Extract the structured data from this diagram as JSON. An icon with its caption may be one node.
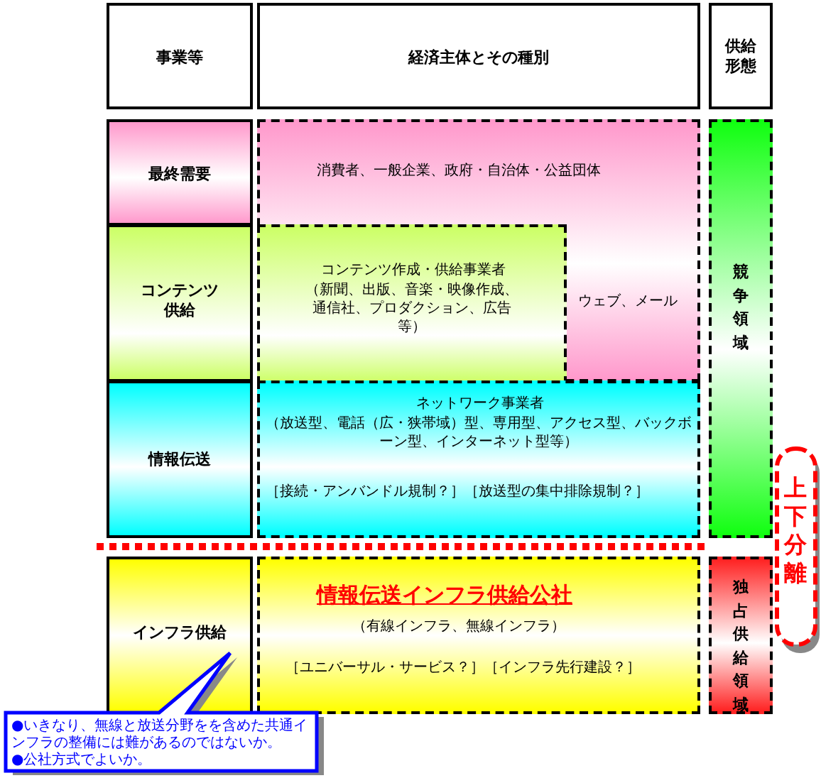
{
  "diagram": {
    "nodes": [
      {
        "text": [
          "事業等"
        ]
      },
      {
        "text": [
          "経済主体とその種別"
        ]
      },
      {
        "text": [
          "供給形態"
        ]
      },
      {
        "text": [
          "最終需要"
        ]
      },
      {
        "text": [
          "コンテンツ供給"
        ]
      },
      {
        "text": [
          "情報伝送"
        ]
      },
      {
        "text": [
          "インフラ供給"
        ]
      },
      {
        "text": [
          "消費者、一般企業、政府・自治体・公益団体",
          "ウェブ、メール"
        ]
      },
      {
        "text": [
          "コンテンツ作成・供給事業者",
          "（新聞、出版、音楽・映像作成、通信社、プロダクション、広告等）"
        ],
        "in": 7
      },
      {
        "text": [
          "ネットワーク事業者",
          "（放送型、電話（広・狭帯域）型、専用型、アクセス型、バックボーン型、インターネット型等）",
          "［接続・アンバンドル規制？］［放送型の集中排除規制？］"
        ]
      },
      {
        "text": [
          "情報伝送インフラ供給公社",
          "（有線インフラ、無線インフラ）",
          "［ユニバーサル・サービス？］［インフラ先行建設？］"
        ]
      },
      {
        "text": [
          "競争領域"
        ]
      },
      {
        "text": [
          "独占供給領域"
        ]
      },
      {
        "text": [
          "上下分離"
        ]
      },
      {
        "text": [
          "●いきなり、無線と放送分野をを含めた共通インフラの整備には難があるのではないか。",
          "●公社方式でよいか。"
        ]
      }
    ]
  }
}
